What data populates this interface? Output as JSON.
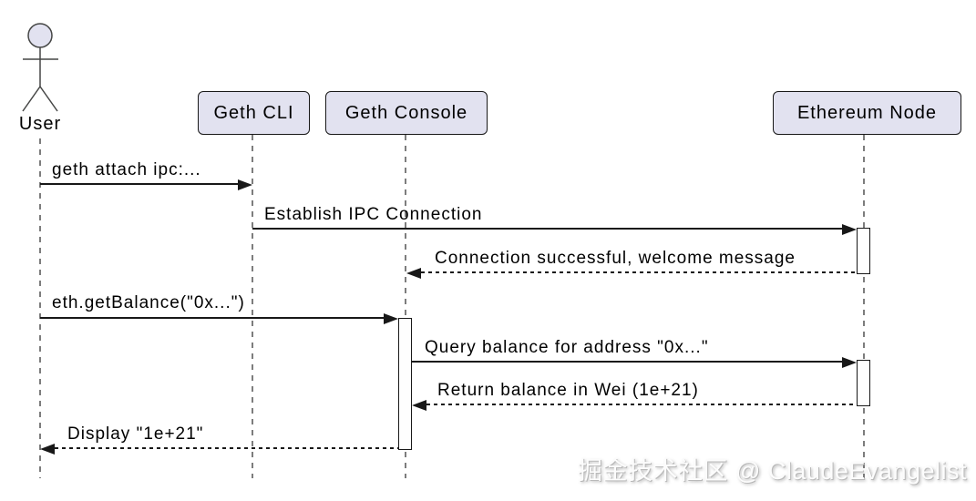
{
  "diagram_type": "uml-sequence",
  "actor": {
    "name": "User"
  },
  "participants": [
    {
      "name": "Geth CLI"
    },
    {
      "name": "Geth Console"
    },
    {
      "name": "Ethereum Node"
    }
  ],
  "messages": [
    {
      "from": "User",
      "to": "Geth CLI",
      "label": "geth attach ipc:...",
      "line": "solid"
    },
    {
      "from": "Geth CLI",
      "to": "Ethereum Node",
      "label": "Establish IPC Connection",
      "line": "solid"
    },
    {
      "from": "Ethereum Node",
      "to": "Geth Console",
      "label": "Connection successful, welcome message",
      "line": "dashed"
    },
    {
      "from": "User",
      "to": "Geth Console",
      "label": "eth.getBalance(\"0x...\")",
      "line": "solid"
    },
    {
      "from": "Geth Console",
      "to": "Ethereum Node",
      "label": "Query balance for address \"0x...\"",
      "line": "solid"
    },
    {
      "from": "Ethereum Node",
      "to": "Geth Console",
      "label": "Return balance in Wei (1e+21)",
      "line": "dashed"
    },
    {
      "from": "Geth Console",
      "to": "User",
      "label": "Display \"1e+21\"",
      "line": "dashed"
    }
  ],
  "watermark": "掘金技术社区 @ ClaudeEvangelist",
  "colors": {
    "background": "#FFFFFF",
    "participant_fill": "#E2E2F0",
    "participant_border": "#181818",
    "message_line": "#181818",
    "lifeline": "#7D7D7D",
    "actor_stroke": "#454645"
  }
}
